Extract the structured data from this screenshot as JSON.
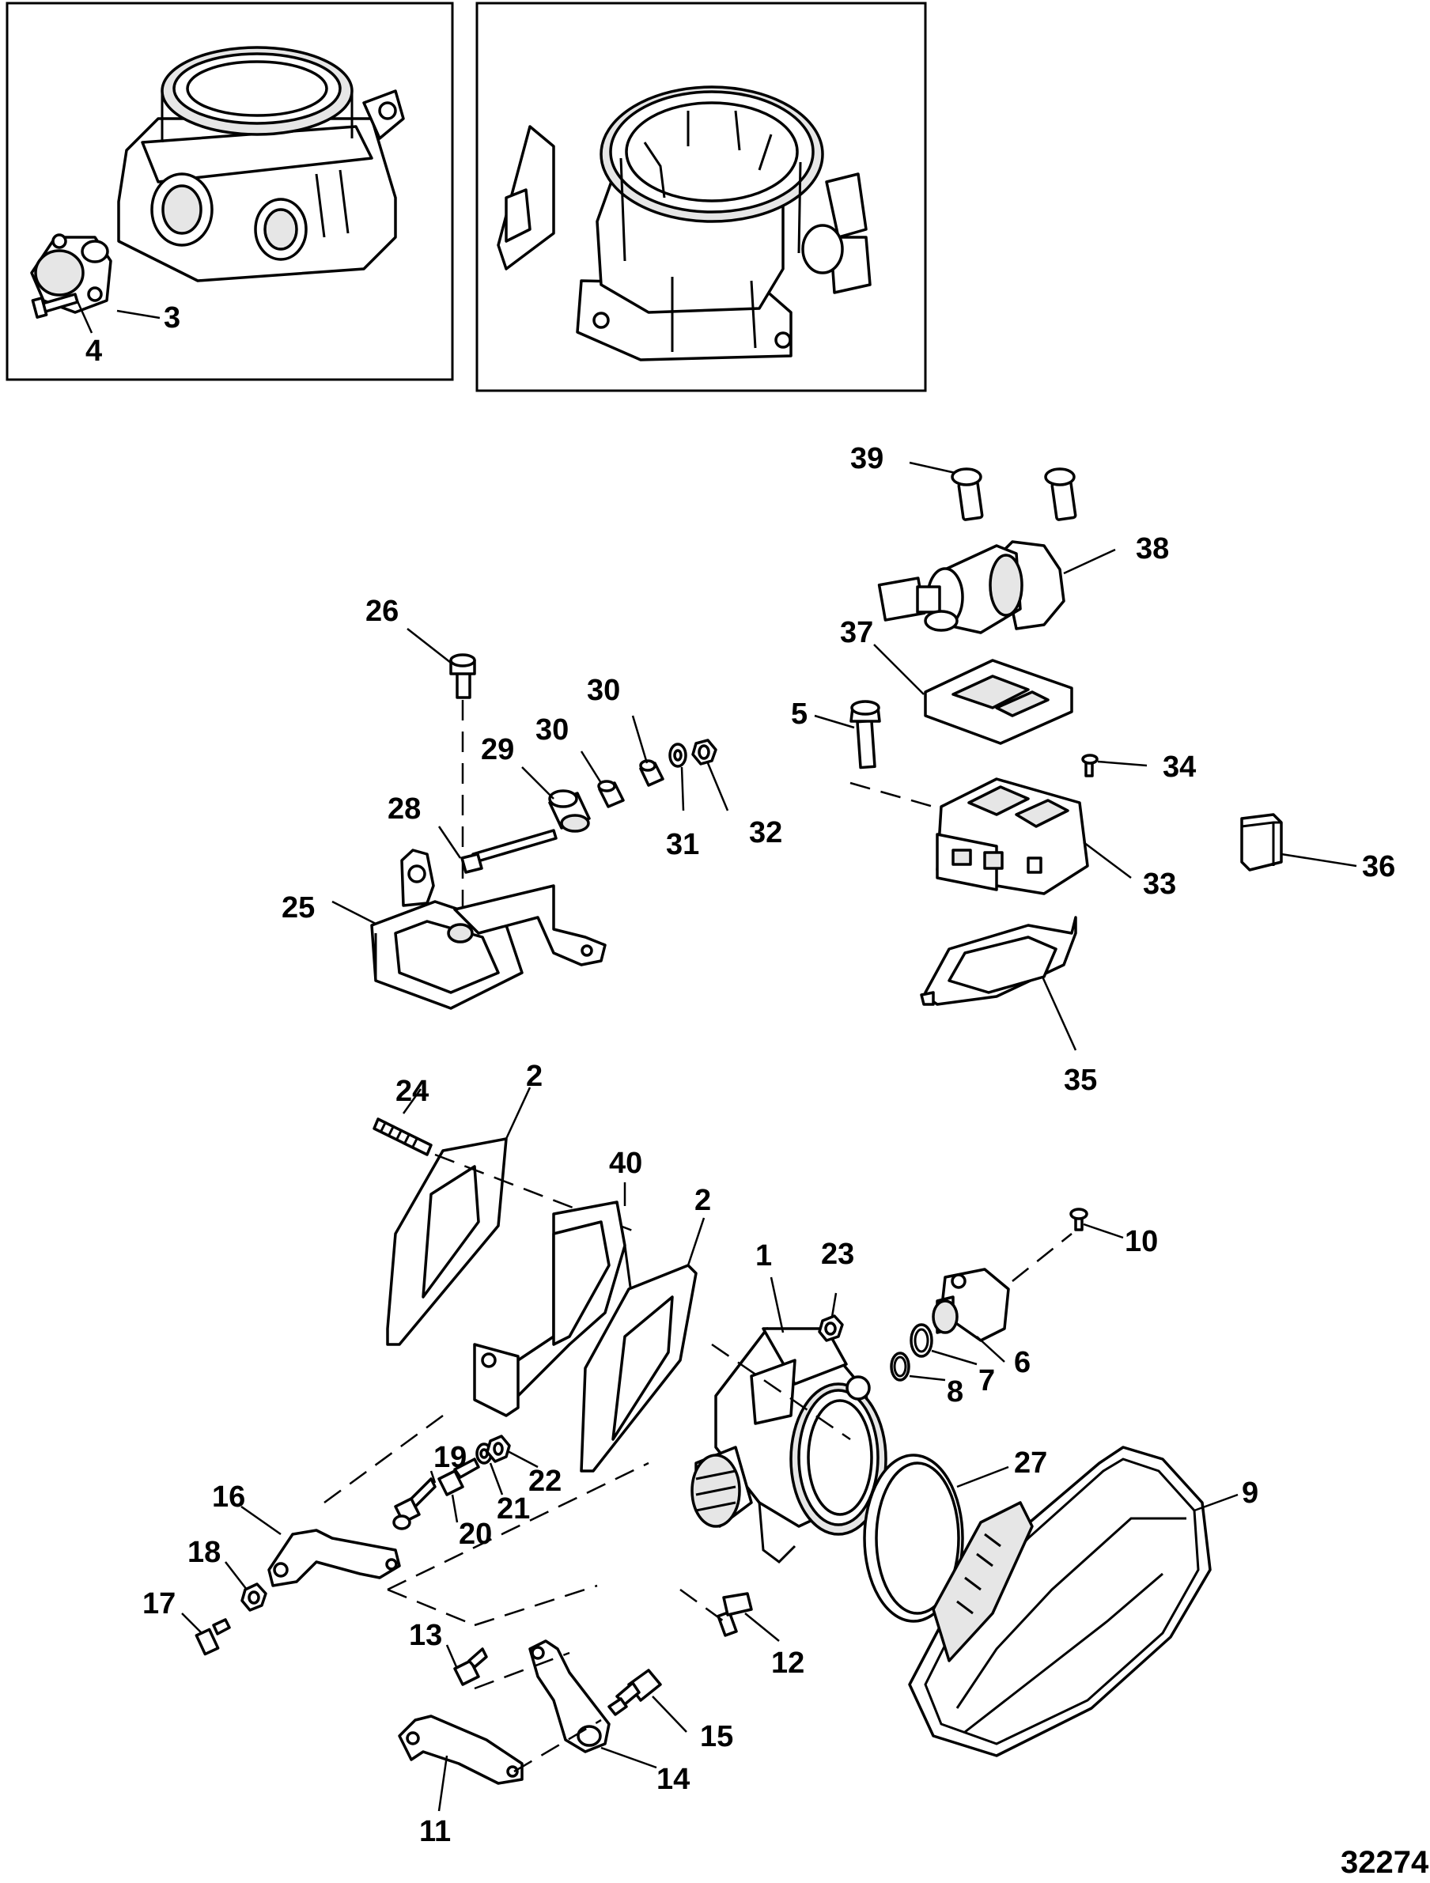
{
  "figure_number": "32274",
  "callouts": {
    "c1": "1",
    "c2a": "2",
    "c2b": "2",
    "c3": "3",
    "c4": "4",
    "c5": "5",
    "c6": "6",
    "c7": "7",
    "c8": "8",
    "c9": "9",
    "c10": "10",
    "c11": "11",
    "c12": "12",
    "c13": "13",
    "c14": "14",
    "c15": "15",
    "c16": "16",
    "c17": "17",
    "c18": "18",
    "c19": "19",
    "c20": "20",
    "c21": "21",
    "c22": "22",
    "c23": "23",
    "c24": "24",
    "c25": "25",
    "c26": "26",
    "c27": "27",
    "c28": "28",
    "c29": "29",
    "c30a": "30",
    "c30b": "30",
    "c31": "31",
    "c32": "32",
    "c33": "33",
    "c34": "34",
    "c35": "35",
    "c36": "36",
    "c37": "37",
    "c38": "38",
    "c39": "39",
    "c40": "40"
  },
  "icons": {
    "inset_left": "throttle-body-with-sensor-icon",
    "inset_right": "throttle-body-top-view-icon"
  }
}
